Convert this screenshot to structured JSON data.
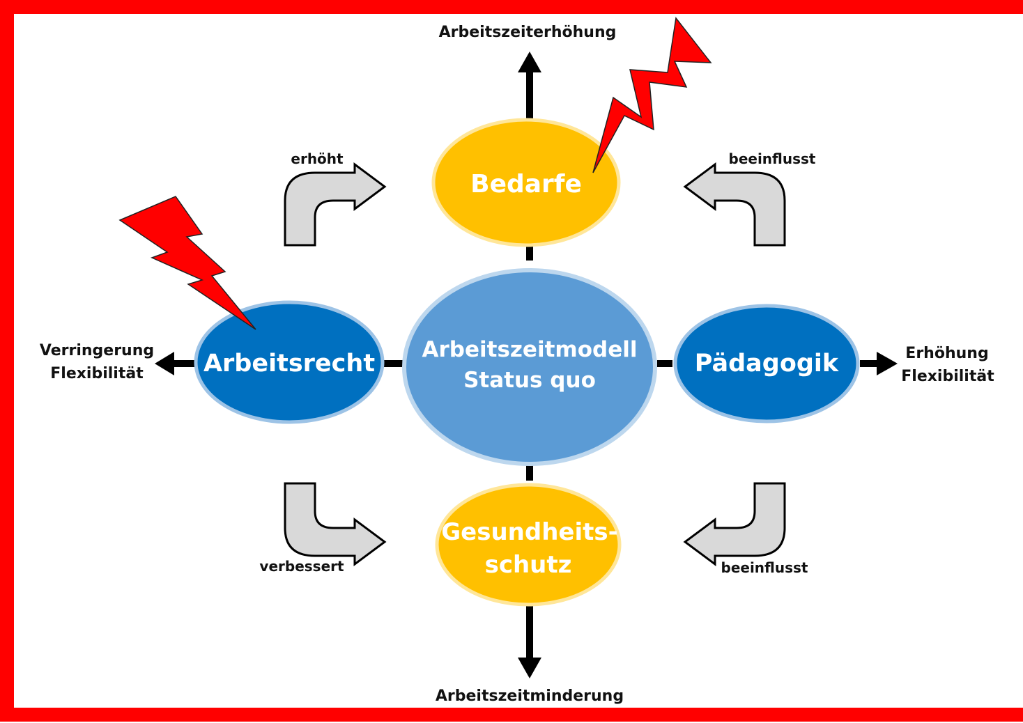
{
  "colors": {
    "frame": "#ff0000",
    "center_fill": "#5b9bd5",
    "center_stroke": "#bdd7ee",
    "blue_fill": "#0070c0",
    "blue_stroke": "#9dc3e6",
    "yellow_fill": "#ffc000",
    "yellow_stroke": "#ffe699",
    "curved_arrow_fill": "#d9d9d9",
    "lightning_fill": "#ff0000",
    "text_dark": "#111111"
  },
  "center": {
    "line1": "Arbeitszeitmodell",
    "line2": "Status quo"
  },
  "nodes": {
    "top": "Bedarfe",
    "left": "Arbeitsrecht",
    "right": "Pädagogik",
    "bottom_line1": "Gesundheits-",
    "bottom_line2": "schutz"
  },
  "outcomes": {
    "top": "Arbeitszeiterhöhung",
    "bottom": "Arbeitszeitminderung",
    "left_line1": "Verringerung",
    "left_line2": "Flexibilität",
    "right_line1": "Erhöhung",
    "right_line2": "Flexibilität"
  },
  "relations": {
    "top_left": "erhöht",
    "top_right": "beeinflusst",
    "bottom_left": "verbessert",
    "bottom_right": "beeinflusst"
  },
  "icons": [
    "lightning-icon",
    "curved-arrow-icon",
    "arrow-icon"
  ]
}
